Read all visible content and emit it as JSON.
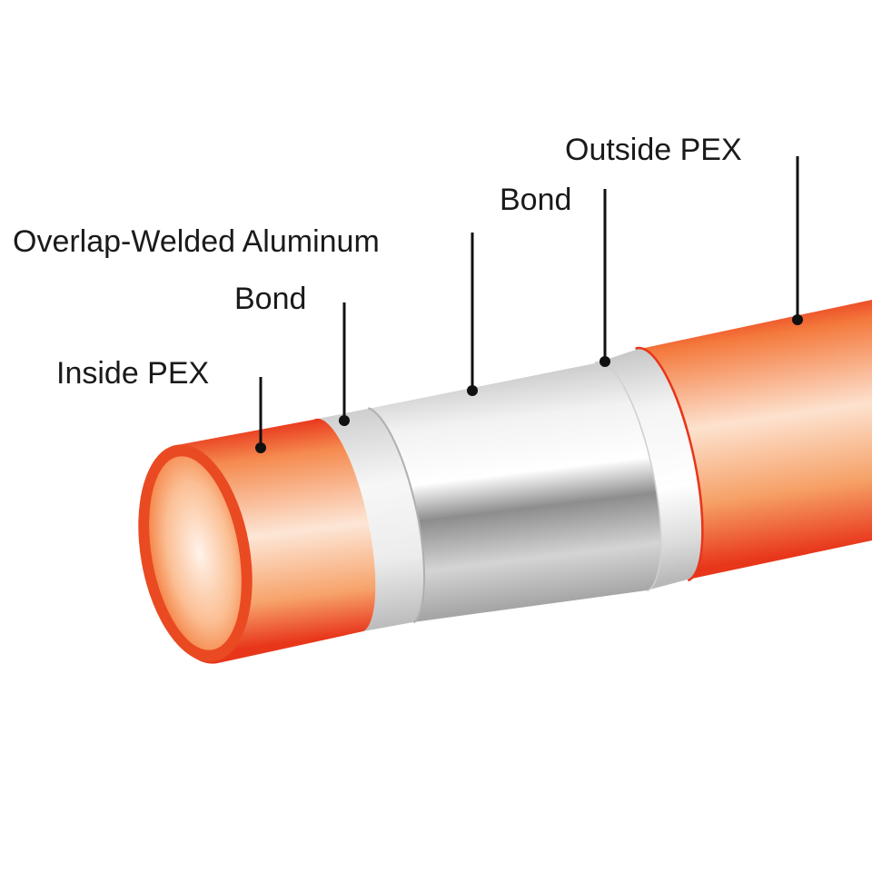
{
  "labels": {
    "inside_pex": "Inside PEX",
    "bond_inner": "Bond",
    "aluminum": "Overlap-Welded Aluminum",
    "bond_outer": "Bond",
    "outside_pex": "Outside PEX"
  },
  "colors": {
    "pex_red": "#e8361b",
    "pex_orange": "#f79a5a",
    "bond_white": "#e6e6e6",
    "aluminum_grey": "#9c9c9c",
    "text": "#1a1a1a",
    "background": "#ffffff"
  }
}
